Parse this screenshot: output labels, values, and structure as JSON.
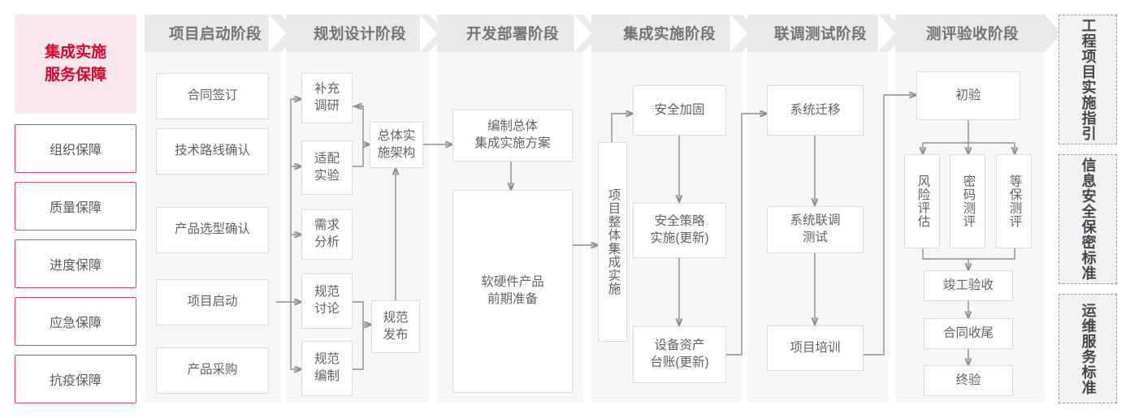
{
  "hero": {
    "label": "集成实施\n服务保障",
    "bg": "#fae7eb",
    "color": "#e4002b"
  },
  "guarantees": [
    {
      "label": "组织保障"
    },
    {
      "label": "质量保障"
    },
    {
      "label": "进度保障"
    },
    {
      "label": "应急保障"
    },
    {
      "label": "抗疫保障"
    }
  ],
  "phases": [
    {
      "title": "项目启动阶段"
    },
    {
      "title": "规划设计阶段"
    },
    {
      "title": "开发部署阶段"
    },
    {
      "title": "集成实施阶段"
    },
    {
      "title": "联调测试阶段"
    },
    {
      "title": "测评验收阶段"
    }
  ],
  "nodes": {
    "contract": "合同签订",
    "tech_route": "技术路线确认",
    "product_select": "产品选型确认",
    "project_start": "项目启动",
    "product_purchase": "产品采购",
    "supplement_research": "补充\n调研",
    "adaptation_test": "适配\n实验",
    "requirement_analysis": "需求\n分析",
    "spec_discuss": "规范\n讨论",
    "spec_author": "规范\n编制",
    "overall_arch": "总体实\n施架构",
    "spec_release": "规范\n发布",
    "compile_plan": "编制总体\n集成实施方案",
    "hw_sw_prep": "软硬件产品\n前期准备",
    "overall_integration": "项目整体集成实施",
    "security_harden": "安全加固",
    "security_policy": "安全策略\n实施(更新)",
    "asset_ledger": "设备资产\n台账(更新)",
    "system_migration": "系统迁移",
    "system_joint_test": "系统联调\n测试",
    "project_training": "项目培训",
    "first_acceptance": "初验",
    "risk_assessment": "风险评估",
    "crypto_eval": "密码测评",
    "mlps_eval": "等保测评",
    "completion_acceptance": "竣工验收",
    "contract_closure": "合同收尾",
    "final_acceptance": "终验"
  },
  "standards": [
    {
      "label": "工程项目实施指引"
    },
    {
      "label": "信息安全保密标准"
    },
    {
      "label": "运维服务标准"
    }
  ],
  "colors": {
    "accent_red": "#e4002b",
    "guard_border": "#d94a5e",
    "banner_bg": "#e9e9e9",
    "panel_bg": "#f6f6f6",
    "node_border": "#dcdcdc",
    "text_gray": "#5d6368",
    "wire": "#8a8f94"
  }
}
